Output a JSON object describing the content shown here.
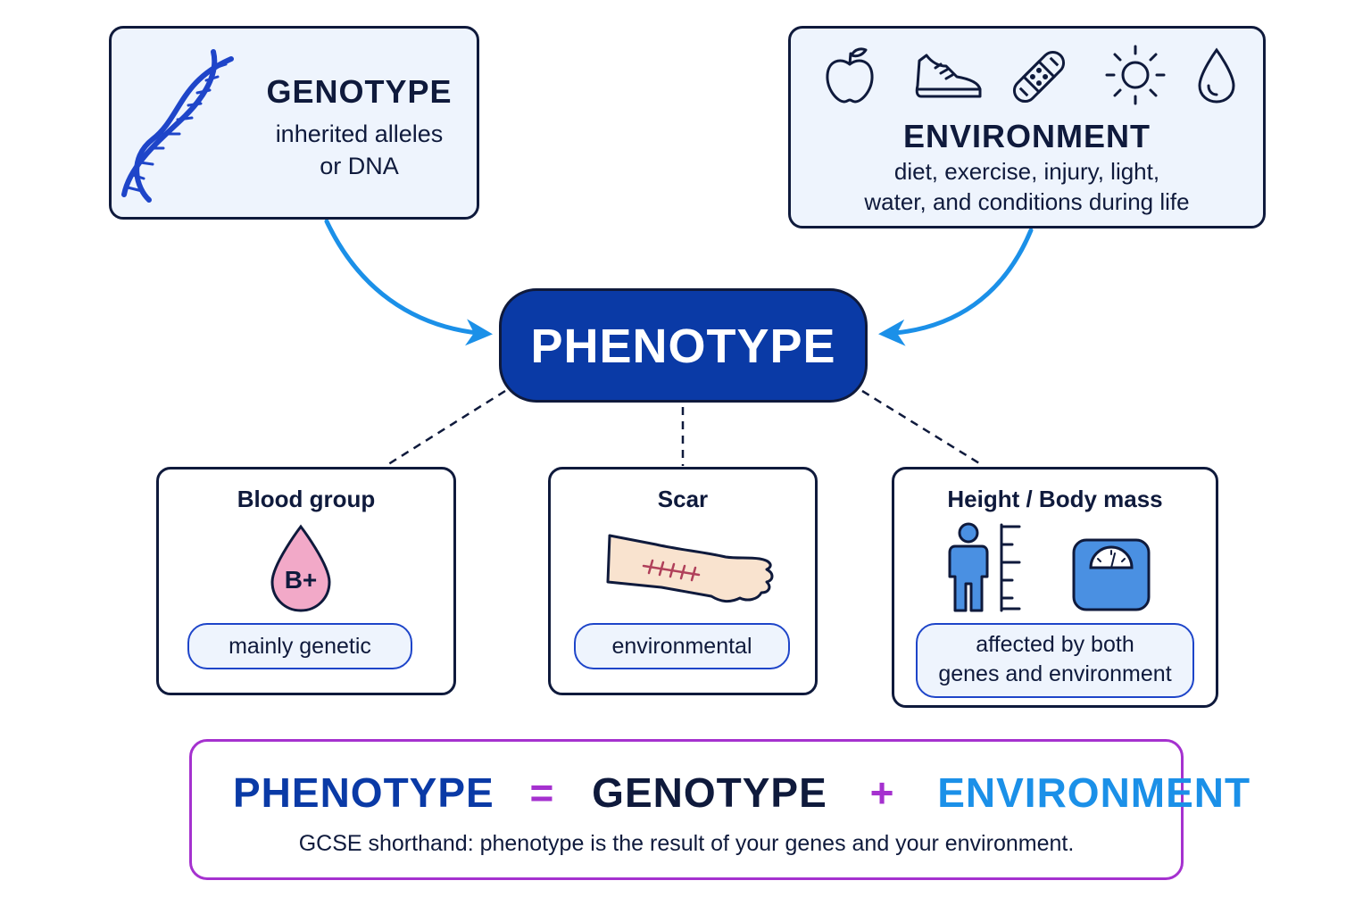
{
  "genotype": {
    "title": "GENOTYPE",
    "description_lines": [
      "inherited alleles",
      "or DNA"
    ]
  },
  "environment": {
    "title": "ENVIRONMENT",
    "description_lines": [
      "diet, exercise, injury, light,",
      "water, and conditions during life"
    ],
    "icons": [
      "apple-icon",
      "sneaker-icon",
      "bandage-icon",
      "sun-icon",
      "water-drop-icon"
    ]
  },
  "phenotype": {
    "title": "PHENOTYPE"
  },
  "examples": [
    {
      "title": "Blood group",
      "badge": "B+",
      "label_lines": [
        "mainly genetic"
      ],
      "icon": "blood-drop-icon"
    },
    {
      "title": "Scar",
      "label_lines": [
        "environmental"
      ],
      "icon": "arm-scar-icon"
    },
    {
      "title": "Height / Body mass",
      "label_lines": [
        "affected by both",
        "genes and environment"
      ],
      "icons": [
        "person-icon",
        "ruler-icon",
        "scale-icon"
      ]
    }
  ],
  "equation": {
    "terms": [
      "PHENOTYPE",
      "GENOTYPE",
      "ENVIRONMENT"
    ],
    "operators": [
      "=",
      "+"
    ],
    "note": "GCSE shorthand: phenotype is the result of your genes and your environment."
  },
  "colors": {
    "navy": "#0f1a3c",
    "phenotype_blue": "#0a3aa6",
    "arrow_blue": "#1b90e8",
    "box_fill": "#eef4fd",
    "equation_border": "#a531cf",
    "blood_pink": "#f2a9c8"
  }
}
